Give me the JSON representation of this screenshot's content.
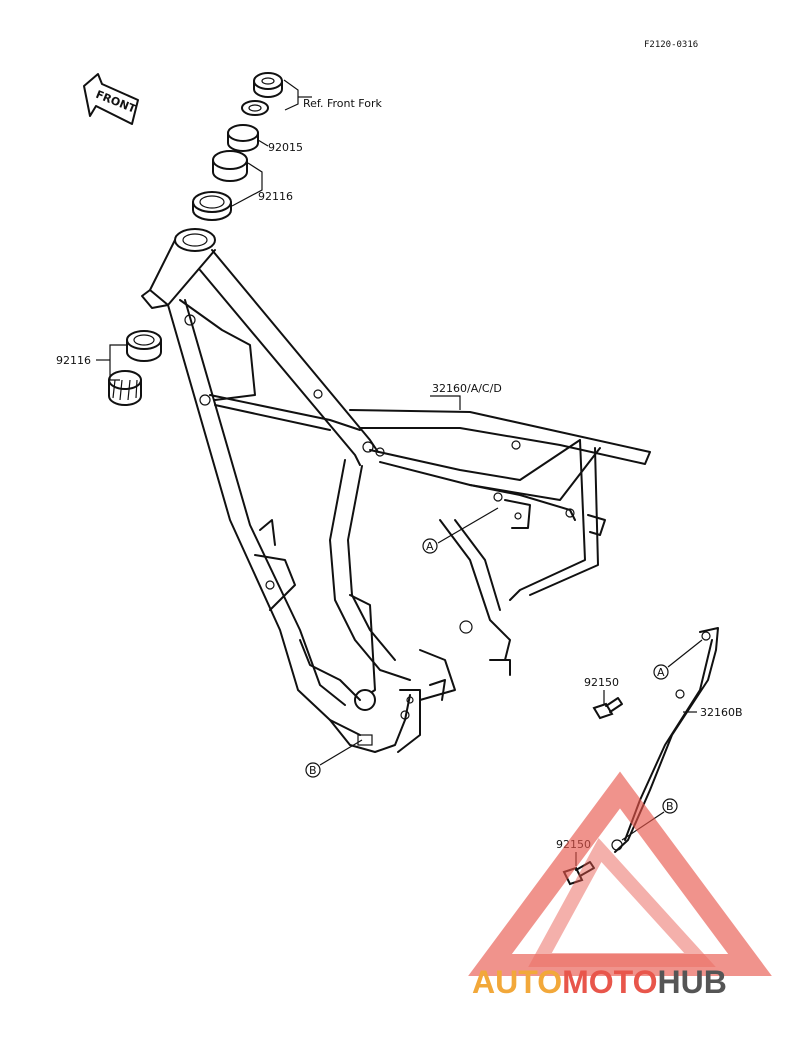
{
  "figure_code": "F2120-0316",
  "front_label": "FRONT",
  "callouts": {
    "ref_front_fork": "Ref. Front Fork",
    "p92015": "92015",
    "p92116_upper": "92116",
    "p92116_lower": "92116",
    "p32160": "32160/A/C/D",
    "p92150_upper": "92150",
    "p92150_lower": "92150",
    "p32160b": "32160B"
  },
  "markers": {
    "a1": "A",
    "a2": "A",
    "b1": "B",
    "b2": "B"
  },
  "watermark": {
    "part1": "AUTO",
    "part2": "MOTO",
    "part3": "HUB",
    "color1": "#f2a83a",
    "color2": "#e8564b",
    "color3": "#555555"
  }
}
